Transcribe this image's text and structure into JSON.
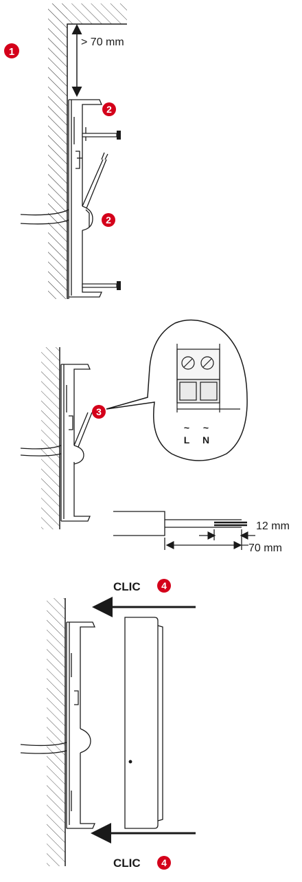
{
  "colors": {
    "badge": "#d4001a",
    "line": "#1a1a1a",
    "hatch": "#555555"
  },
  "step1": {
    "badge": "1",
    "badge_color_name": "red",
    "dimension": "> 70 mm",
    "badge_screw": "2"
  },
  "step2": {
    "badge": "3",
    "terminal_labels": [
      "~",
      "~",
      "L",
      "N"
    ],
    "strip_length": "12 mm",
    "cable_length": "70 mm"
  },
  "step3": {
    "click_label": "CLIC",
    "badge": "4"
  }
}
